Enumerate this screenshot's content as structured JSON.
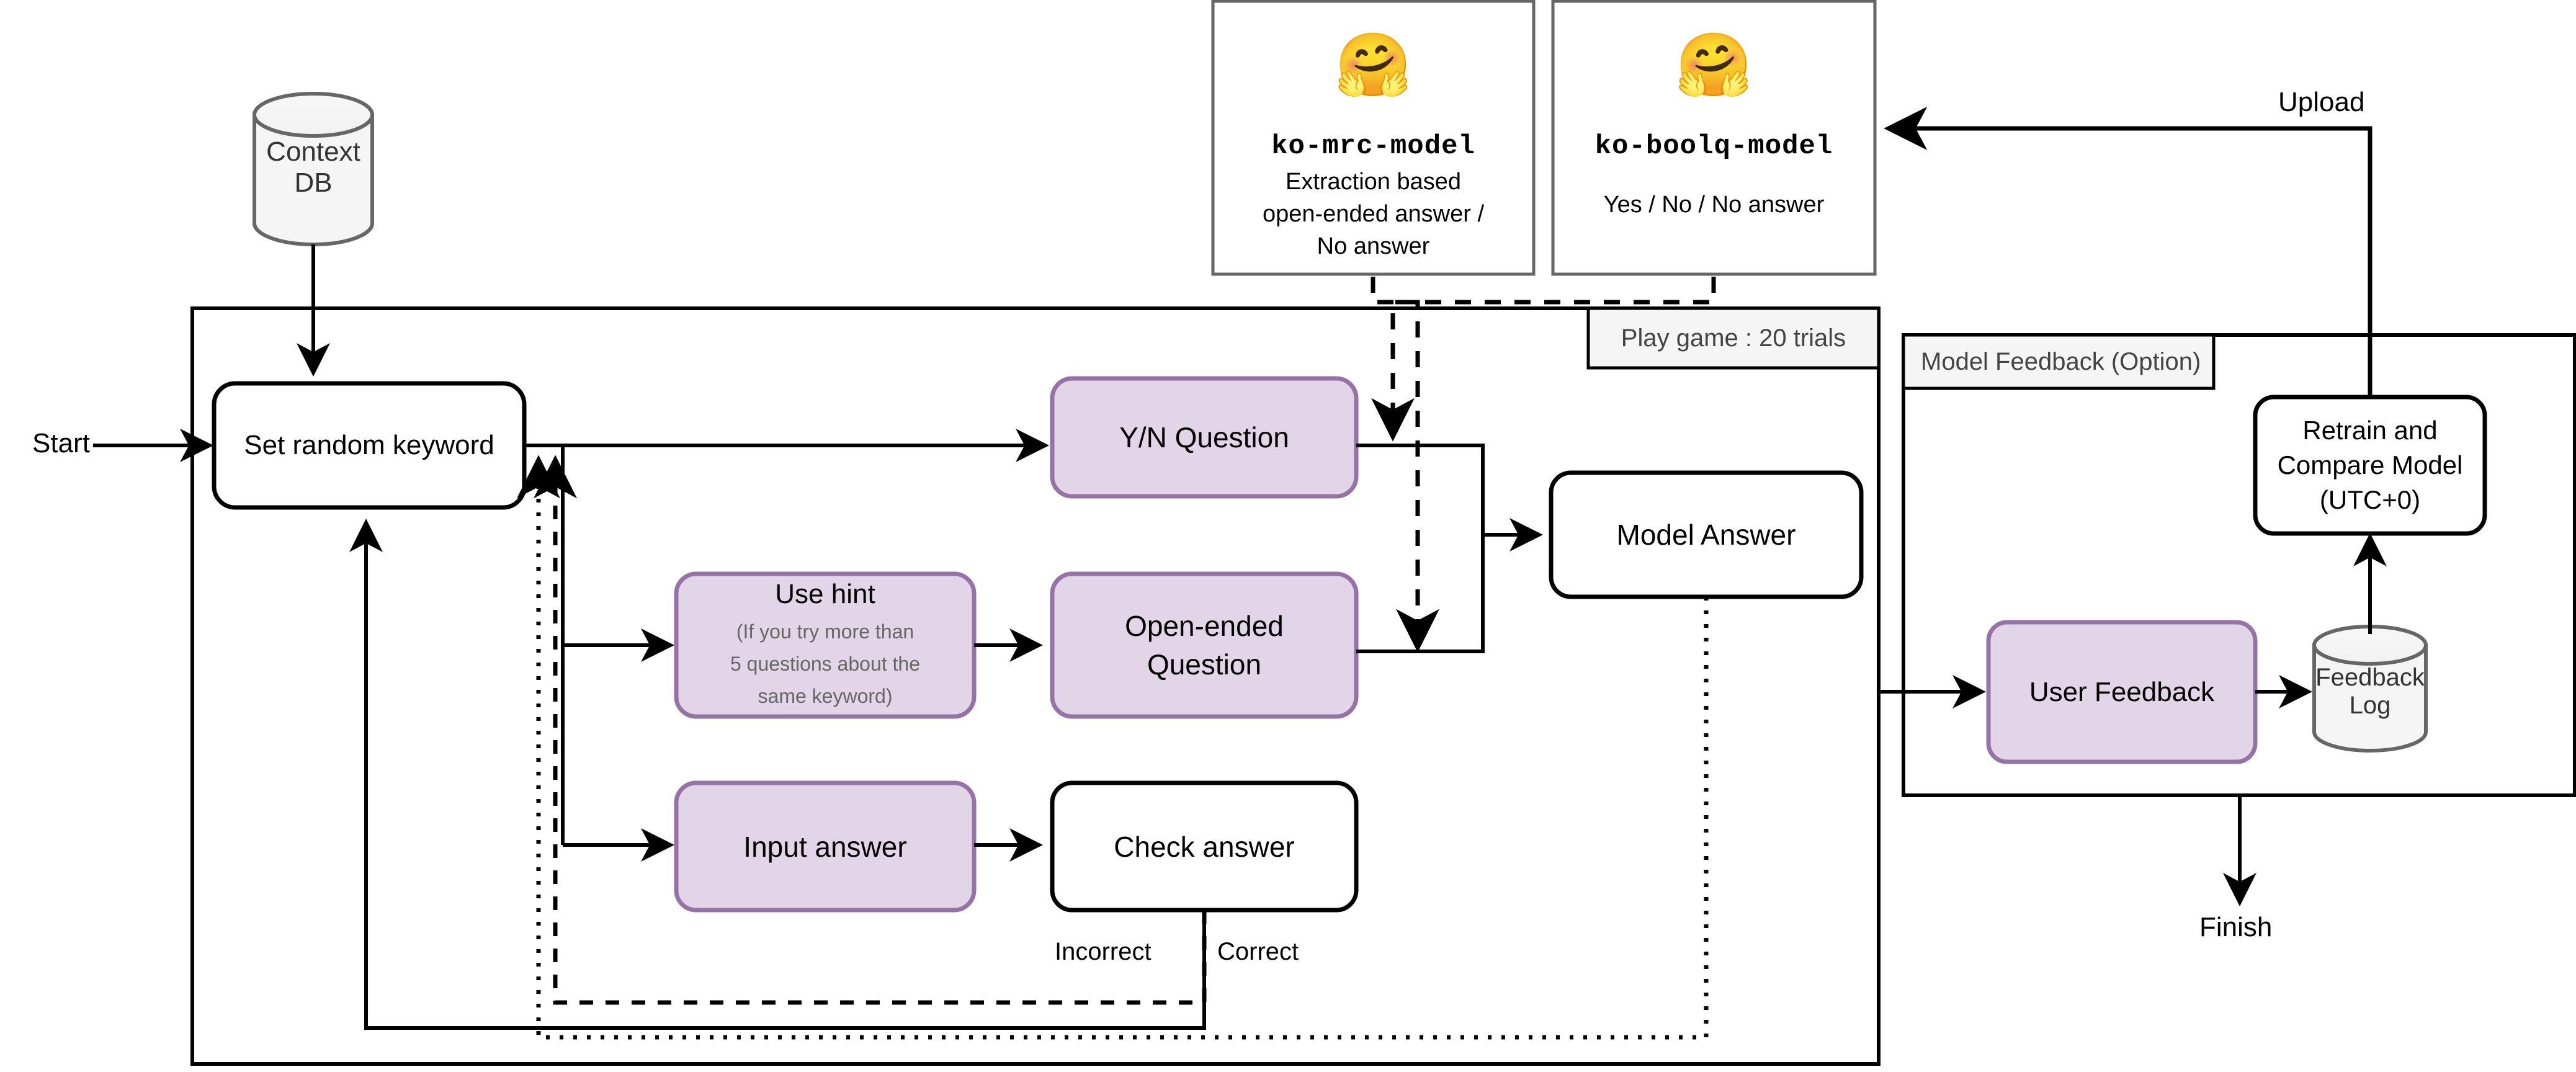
{
  "diagram": {
    "title": "QA Game Pipeline Flowchart",
    "colors": {
      "purple_fill": "#e1d5e7",
      "purple_stroke": "#9673a6",
      "cylinder_fill": "#f5f5f5",
      "cylinder_stroke": "#666666",
      "frame_tab_fill": "#f5f5f5",
      "line": "#000000",
      "card_stroke": "#666666"
    },
    "model_cards": [
      {
        "icon": "hugging-face-emoji",
        "glyph": "🤗",
        "name": "ko-mrc-model",
        "description_lines": [
          "Extraction based",
          "open-ended answer /",
          "No answer"
        ]
      },
      {
        "icon": "hugging-face-emoji",
        "glyph": "🤗",
        "name": "ko-boolq-model",
        "description_lines": [
          "Yes / No / No answer"
        ]
      }
    ],
    "frames": [
      {
        "id": "play-game",
        "label": "Play game : 20 trials"
      },
      {
        "id": "model-feedback",
        "label": "Model Feedback (Option)"
      }
    ],
    "nodes": [
      {
        "id": "context-db",
        "label": "Context DB",
        "shape": "cylinder",
        "style": "grey"
      },
      {
        "id": "set-keyword",
        "label": "Set random keyword",
        "shape": "rounded-rect",
        "style": "white"
      },
      {
        "id": "yn-question",
        "label": "Y/N Question",
        "shape": "rounded-rect",
        "style": "purple"
      },
      {
        "id": "use-hint",
        "label": "Use hint",
        "sub_lines": [
          "(If you try more than",
          "5 questions about the",
          "same keyword)"
        ],
        "shape": "rounded-rect",
        "style": "purple"
      },
      {
        "id": "open-ended",
        "label_lines": [
          "Open-ended",
          "Question"
        ],
        "shape": "rounded-rect",
        "style": "purple"
      },
      {
        "id": "input-answer",
        "label": "Input answer",
        "shape": "rounded-rect",
        "style": "purple"
      },
      {
        "id": "check-answer",
        "label": "Check answer",
        "shape": "rounded-rect",
        "style": "white"
      },
      {
        "id": "model-answer",
        "label": "Model Answer",
        "shape": "rounded-rect",
        "style": "white"
      },
      {
        "id": "user-feedback",
        "label": "User Feedback",
        "shape": "rounded-rect",
        "style": "purple"
      },
      {
        "id": "feedback-log",
        "label": "Feedback Log",
        "shape": "cylinder",
        "style": "grey"
      },
      {
        "id": "retrain",
        "label_lines": [
          "Retrain and",
          "Compare Model",
          "(UTC+0)"
        ],
        "shape": "rounded-rect",
        "style": "white"
      }
    ],
    "edge_labels": [
      {
        "id": "start",
        "text": "Start"
      },
      {
        "id": "incorrect",
        "text": "Incorrect"
      },
      {
        "id": "correct",
        "text": "Correct"
      },
      {
        "id": "upload",
        "text": "Upload"
      },
      {
        "id": "finish",
        "text": "Finish"
      }
    ]
  }
}
